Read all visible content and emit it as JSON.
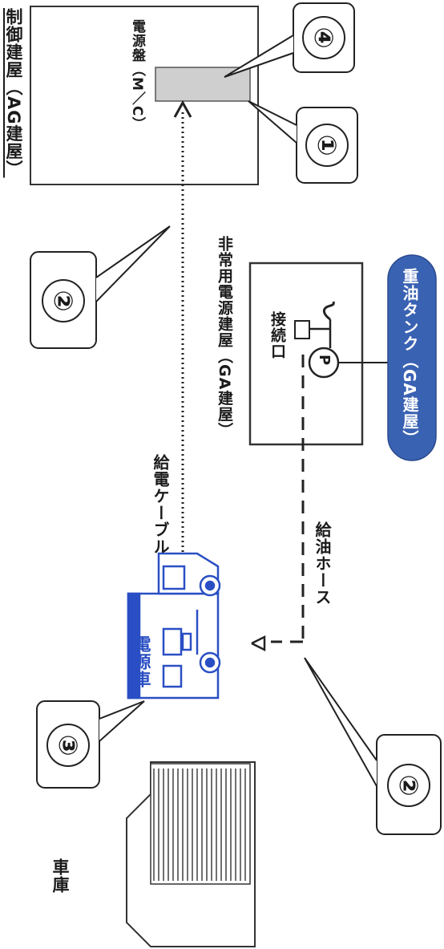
{
  "labels": {
    "control_building": "制御建屋（AG建屋）",
    "power_panel": "電源盤（M／C）",
    "emergency_building": "非常用電源建屋（GA建屋）",
    "connection_port": "接続口",
    "pump": "P",
    "fuel_tank": "重油タンク（GA建屋）",
    "power_cable": "給電ケーブル",
    "fuel_hose": "給油ホース",
    "power_vehicle": "電源車",
    "garage": "車庫"
  },
  "callouts": {
    "c1": "①",
    "c2_cable": "②",
    "c2_hose": "②",
    "c3": "③",
    "c4": "④"
  },
  "colors": {
    "vehicle": "#2a4fc4",
    "tank_fill": "#3a62b3",
    "panel_fill": "#cfcfcf",
    "line": "#222222"
  }
}
